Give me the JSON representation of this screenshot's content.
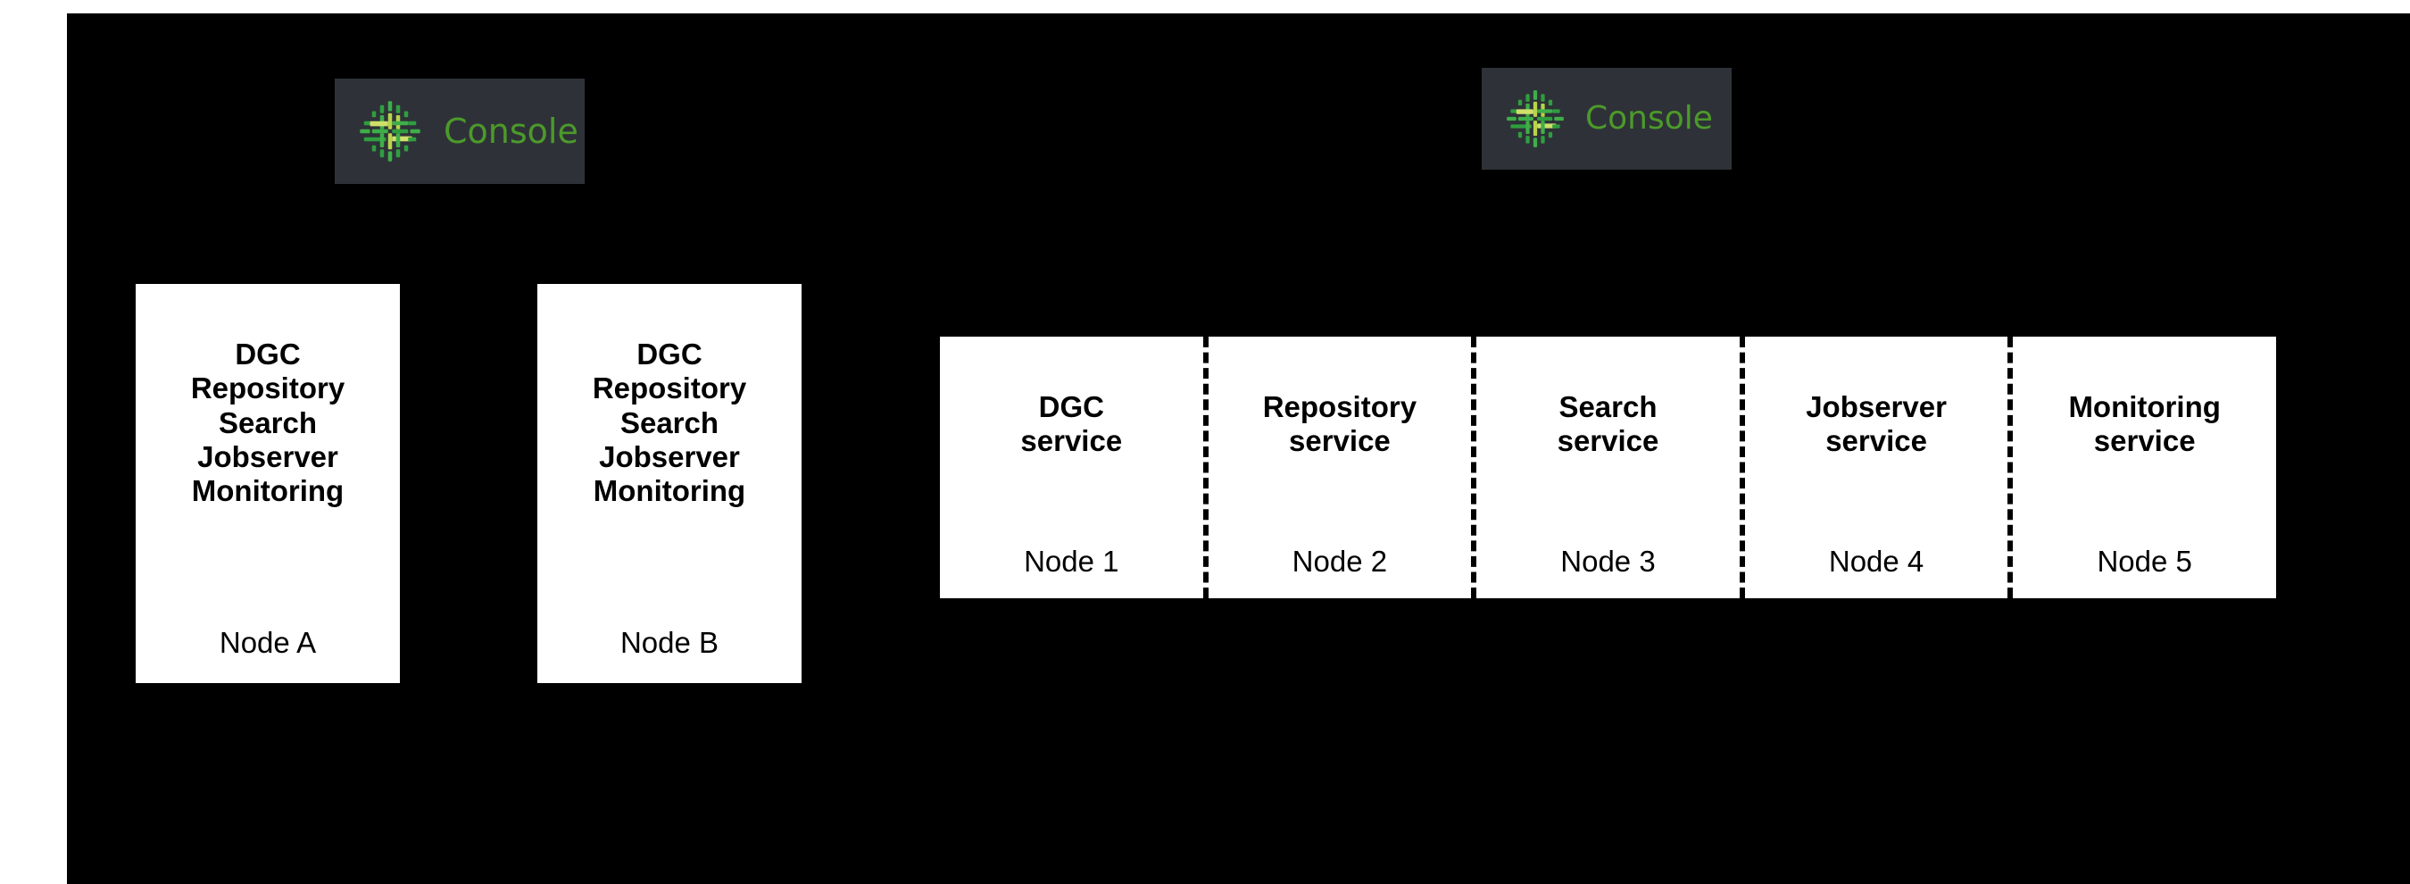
{
  "diagram": {
    "background_color": "#000000",
    "card_color": "#ffffff",
    "badge_background_color": "#2e3238",
    "badge_text_color": "#4c9a2a",
    "divider_color": "#000000"
  },
  "console_badges": [
    {
      "label": "Console",
      "icon": "console-circuit-icon"
    },
    {
      "label": "Console",
      "icon": "console-circuit-icon"
    }
  ],
  "standalone_nodes": [
    {
      "services": [
        "DGC",
        "Repository",
        "Search",
        "Jobserver",
        "Monitoring"
      ],
      "node_name": "Node A"
    },
    {
      "services": [
        "DGC",
        "Repository",
        "Search",
        "Jobserver",
        "Monitoring"
      ],
      "node_name": "Node B"
    }
  ],
  "cluster": {
    "cells": [
      {
        "service": "DGC service",
        "service_line1": "DGC",
        "service_line2": "service",
        "node_name": "Node 1"
      },
      {
        "service": "Repository service",
        "service_line1": "Repository",
        "service_line2": "service",
        "node_name": "Node 2"
      },
      {
        "service": "Search service",
        "service_line1": "Search",
        "service_line2": "service",
        "node_name": "Node 3"
      },
      {
        "service": "Jobserver service",
        "service_line1": "Jobserver",
        "service_line2": "service",
        "node_name": "Node 4"
      },
      {
        "service": "Monitoring service",
        "service_line1": "Monitoring",
        "service_line2": "service",
        "node_name": "Node 5"
      }
    ]
  }
}
